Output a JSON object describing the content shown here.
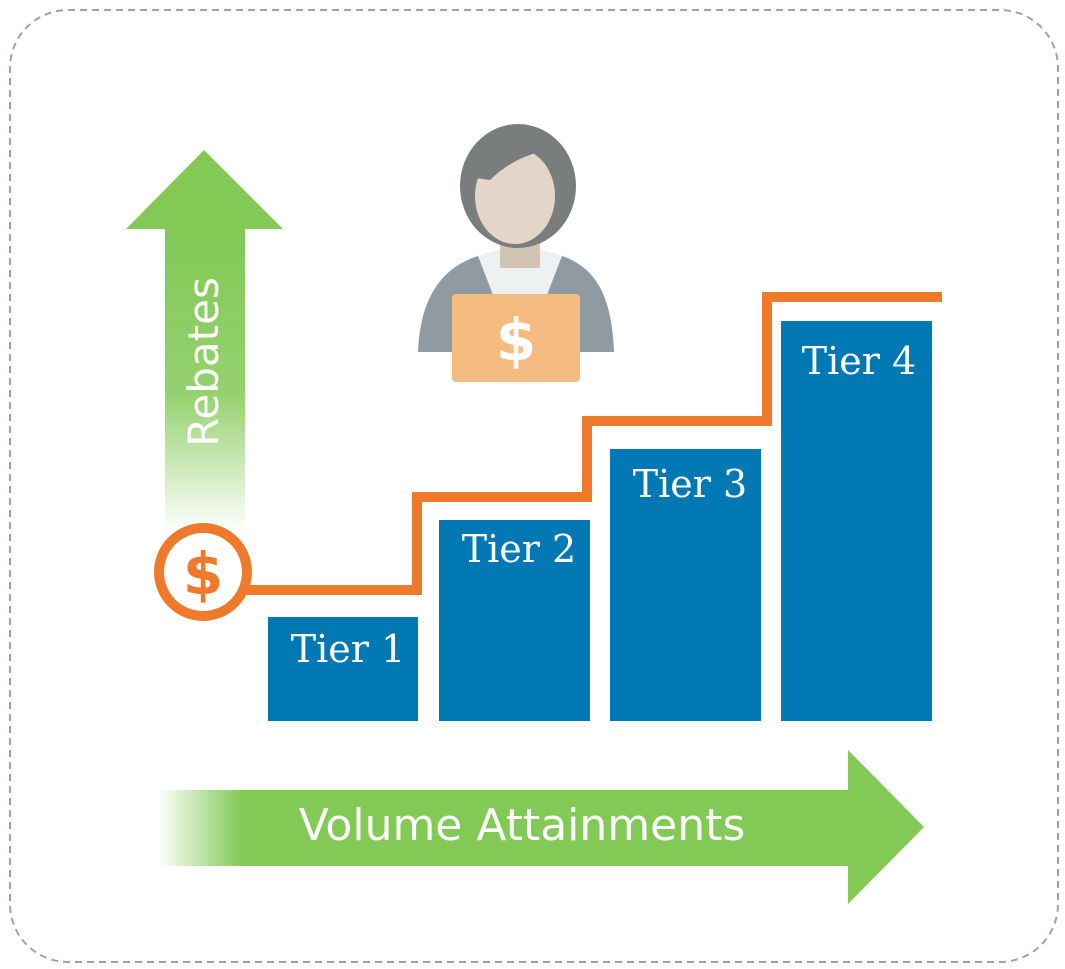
{
  "diagram": {
    "y_axis_label": "Rebates",
    "x_axis_label": "Volume Attainments",
    "tiers": [
      {
        "label": "Tier 1",
        "level": 1
      },
      {
        "label": "Tier 2",
        "level": 2
      },
      {
        "label": "Tier 3",
        "level": 3
      },
      {
        "label": "Tier 4",
        "level": 4
      }
    ],
    "rebate_symbol": "$",
    "laptop_symbol": "$",
    "colors": {
      "tier_bar": "#0078B4",
      "arrow_green": "#82C955",
      "step_line": "#F07A2C",
      "laptop": "#F4BC80",
      "border": "#9AA5A8"
    }
  }
}
